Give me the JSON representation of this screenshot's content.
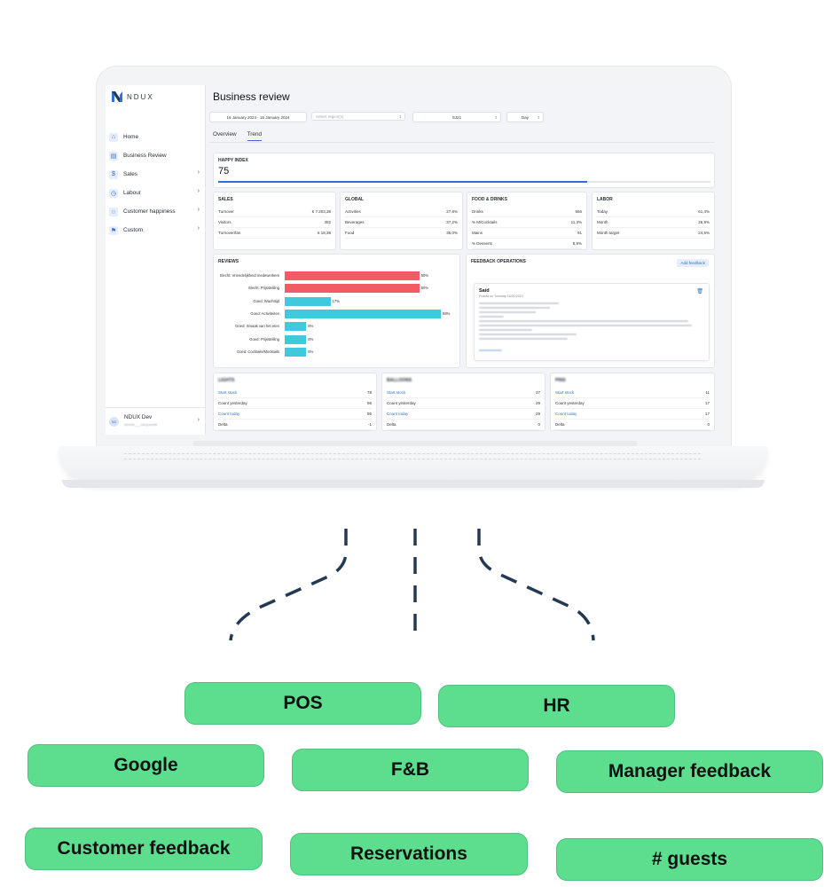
{
  "app": {
    "brand": "NDUX",
    "page_title": "Business review",
    "sidebar": {
      "items": [
        {
          "label": "Home",
          "icon": "⌂",
          "chevron": false
        },
        {
          "label": "Business Review",
          "icon": "▤",
          "chevron": false
        },
        {
          "label": "Sales",
          "icon": "$",
          "chevron": true
        },
        {
          "label": "Labour",
          "icon": "◷",
          "chevron": true
        },
        {
          "label": "Customer happiness",
          "icon": "☆",
          "chevron": true
        },
        {
          "label": "Custom",
          "icon": "⚑",
          "chevron": true
        }
      ],
      "user": {
        "initials": "ND",
        "name": "NDUX Dev",
        "subtitle": "dennis___ndupdoeltt"
      }
    },
    "filters": {
      "date_range": "16 January 2024 - 16 January 2024",
      "region_placeholder": "Select region(s)",
      "location": "SJ21",
      "period": "Day"
    },
    "tabs": [
      "Overview",
      "Trend"
    ],
    "active_tab": "Trend",
    "happy_index": {
      "title": "HAPPY INDEX",
      "value": "75",
      "level": 0.75
    },
    "sales": {
      "title": "SALES",
      "rows": [
        {
          "k": "Turnover",
          "v": "€ 7.203,38"
        },
        {
          "k": "Visitors",
          "v": "392"
        },
        {
          "k": "Turnover/fan",
          "v": "€ 18,38"
        }
      ]
    },
    "global": {
      "title": "GLOBAL",
      "rows": [
        {
          "k": "Activities",
          "v": "27,8%"
        },
        {
          "k": "Beverages",
          "v": "37,2%"
        },
        {
          "k": "Food",
          "v": "35,0%"
        }
      ]
    },
    "food_drinks": {
      "title": "FOOD & DRINKS",
      "rows": [
        {
          "k": "Drinks",
          "v": "556"
        },
        {
          "k": "% M/Cocktails",
          "v": "11,3%"
        },
        {
          "k": "Mains",
          "v": "91"
        },
        {
          "k": "% Desserts",
          "v": "5,9%"
        }
      ]
    },
    "labor": {
      "title": "LABOR",
      "rows": [
        {
          "k": "Today",
          "v": "61,4%"
        },
        {
          "k": "Month",
          "v": "26,9%"
        },
        {
          "k": "Month target",
          "v": "24,5%"
        }
      ]
    },
    "reviews": {
      "title": "REVIEWS",
      "items": [
        {
          "label": "Slecht: Vriendelijkheid medewerkers",
          "value": 50,
          "pct": "50%",
          "color": "#f25a64"
        },
        {
          "label": "Slecht: Prijsstelling",
          "value": 50,
          "pct": "50%",
          "color": "#f25a64"
        },
        {
          "label": "Goed: Wachttijd",
          "value": 17,
          "pct": "17%",
          "color": "#40c9dd"
        },
        {
          "label": "Goed: Activiteiten",
          "value": 58,
          "pct": "58%",
          "color": "#40c9dd"
        },
        {
          "label": "Goed: Smaak van het eten",
          "value": 8,
          "pct": "8%",
          "color": "#40c9dd"
        },
        {
          "label": "Goed: Prijsstelling",
          "value": 8,
          "pct": "8%",
          "color": "#40c9dd"
        },
        {
          "label": "Goed: Cocktails/Mocktails",
          "value": 8,
          "pct": "8%",
          "color": "#40c9dd"
        }
      ]
    },
    "feedback": {
      "title": "FEEDBACK OPERATIONS",
      "add_label": "Add feedback",
      "entry_title": "Said",
      "entry_meta": "Posted on Tuesday 16/01/2024"
    },
    "stock_cards": [
      {
        "title": "LIGHTS",
        "rows": [
          {
            "k": "Start stock",
            "v": "78",
            "link": true
          },
          {
            "k": "Count yesterday",
            "v": "96",
            "link": false
          },
          {
            "k": "Count today",
            "v": "95",
            "link": true
          },
          {
            "k": "Delta",
            "v": "-1",
            "link": false
          }
        ]
      },
      {
        "title": "BALLOONS",
        "rows": [
          {
            "k": "Start stock",
            "v": "37",
            "link": true
          },
          {
            "k": "Count yesterday",
            "v": "29",
            "link": false
          },
          {
            "k": "Count today",
            "v": "29",
            "link": true
          },
          {
            "k": "Delta",
            "v": "0",
            "link": false
          }
        ]
      },
      {
        "title": "PINS",
        "rows": [
          {
            "k": "Start stock",
            "v": "11",
            "link": true
          },
          {
            "k": "Count yesterday",
            "v": "17",
            "link": false
          },
          {
            "k": "Count today",
            "v": "17",
            "link": true
          },
          {
            "k": "Delta",
            "v": "0",
            "link": false
          }
        ]
      }
    ]
  },
  "sources": [
    "POS",
    "HR",
    "Google",
    "F&B",
    "Manager feedback",
    "Customer feedback",
    "Reservations",
    "# guests"
  ],
  "colors": {
    "pill": "#5ddd8e",
    "accent": "#2f6fd6",
    "connector": "#233a52"
  }
}
